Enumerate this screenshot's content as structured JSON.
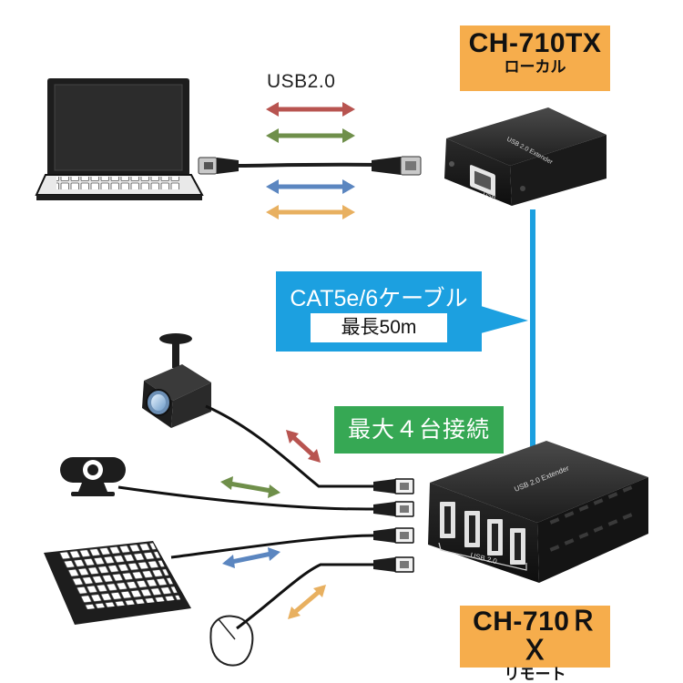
{
  "diagram": {
    "usb_label": "USB2.0",
    "tx": {
      "model": "CH-710TX",
      "role": "ローカル",
      "device_text": "USB 2.0 Extender",
      "port_text": "USB"
    },
    "rx": {
      "model": "CH-710ＲＸ",
      "role": "リモート",
      "device_text": "USB 2.0 Extender",
      "port_text": "USB 2.0"
    },
    "cable": {
      "title": "CAT5e/6ケーブル",
      "length": "最長50m"
    },
    "connection": {
      "label": "最大４台接続"
    },
    "colors": {
      "badge": "#f6ad4c",
      "cable_line": "#1ca0e0",
      "connection_box": "#36a854",
      "arrow_red": "#b85450",
      "arrow_green": "#6f8f4a",
      "arrow_blue": "#5b86c0",
      "arrow_orange": "#e8b060"
    },
    "devices": [
      "laptop-icon",
      "camera-icon",
      "webcam-icon",
      "keyboard-icon",
      "mouse-icon"
    ]
  }
}
